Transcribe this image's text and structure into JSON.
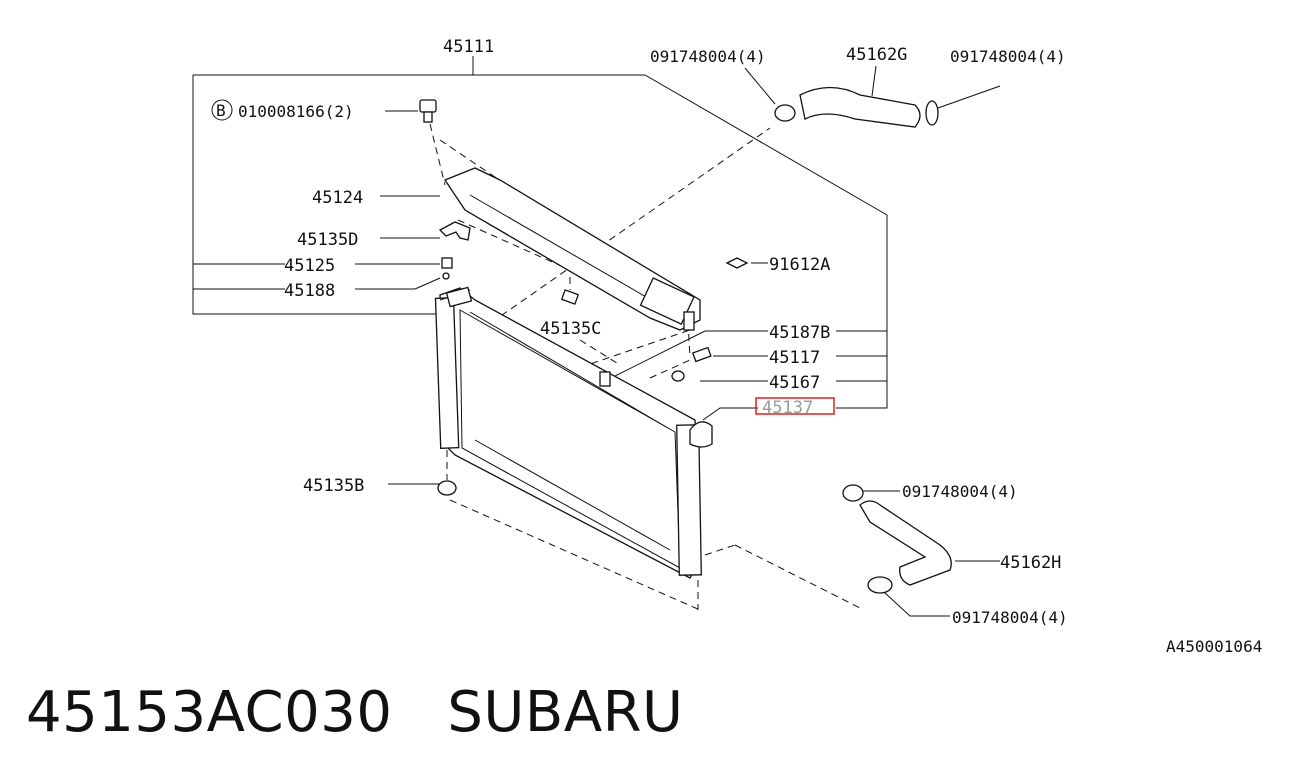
{
  "labels": {
    "main": "45111",
    "bolt": "010008166(2)",
    "bolt_marker": "B",
    "clamp_top_left": "091748004(4)",
    "hose_upper": "45162G",
    "clamp_top_right": "091748004(4)",
    "bracket_upper": "45124",
    "cushion_d": "45135D",
    "p45125": "45125",
    "p45188": "45188",
    "cushion_c": "45135C",
    "p91612a": "91612A",
    "p45187b": "45187B",
    "p45117": "45117",
    "p45167": "45167",
    "p45137": "45137",
    "cushion_b": "45135B",
    "clamp_mid_right": "091748004(4)",
    "hose_lower": "45162H",
    "clamp_bottom": "091748004(4)",
    "diagram_code": "A450001064"
  },
  "highlight_label": "45137",
  "footer": {
    "part_number": "45153AC030",
    "brand": "SUBARU"
  },
  "colors": {
    "highlight": "#e02020",
    "ink": "#111111"
  }
}
